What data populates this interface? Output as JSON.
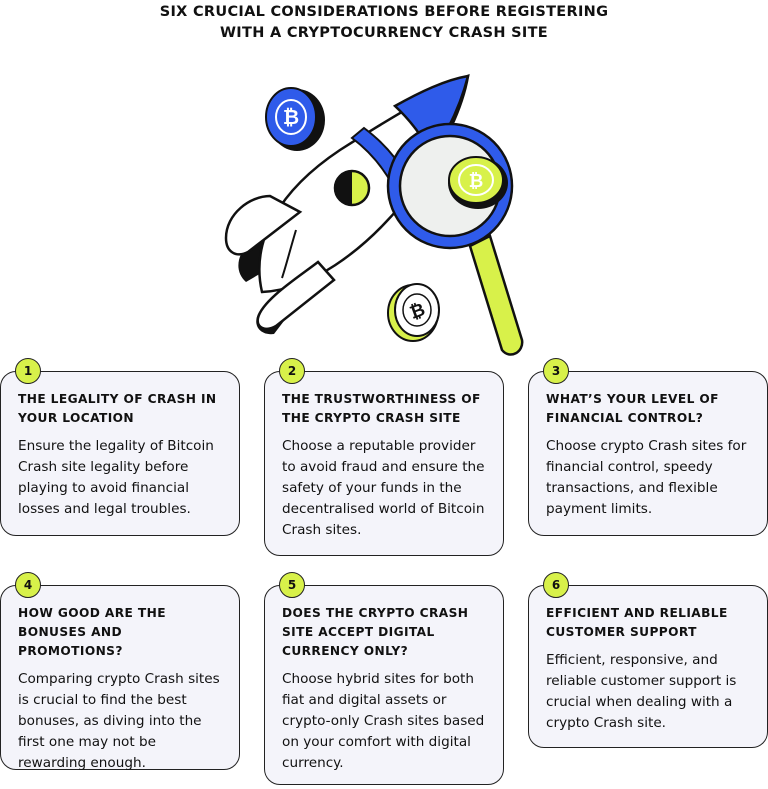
{
  "title": {
    "line1": "SIX CRUCIAL CONSIDERATIONS BEFORE REGISTERING",
    "line2": "WITH A CRYPTOCURRENCY CRASH SITE"
  },
  "illustration": {
    "icons": [
      "rocket-icon",
      "magnifying-glass-icon",
      "bitcoin-coin-icon"
    ],
    "colors": {
      "blue": "#2f5bea",
      "lime": "#d8f14a",
      "dark": "#111111",
      "white": "#ffffff"
    }
  },
  "cards": [
    {
      "number": "1",
      "title": "THE LEGALITY OF CRASH IN YOUR LOCATION",
      "body": "Ensure the legality of Bitcoin Crash site legality before playing to avoid financial losses and legal troubles."
    },
    {
      "number": "2",
      "title": "THE TRUSTWORTHINESS OF THE CRYPTO CRASH SITE",
      "body": "Choose a reputable provider to avoid fraud and ensure the safety of your funds in the decentralised world of Bitcoin Crash sites."
    },
    {
      "number": "3",
      "title": "WHAT’S YOUR LEVEL OF FINANCIAL CONTROL?",
      "body": "Choose crypto Crash sites for financial control, speedy transactions, and flexible payment limits."
    },
    {
      "number": "4",
      "title": "HOW GOOD ARE THE BONUSES AND PROMOTIONS?",
      "body": "Comparing crypto Crash sites is crucial to find the best bonuses, as diving into the first one may not be rewarding enough."
    },
    {
      "number": "5",
      "title": "DOES THE CRYPTO CRASH SITE ACCEPT DIGITAL CURRENCY ONLY?",
      "body": "Choose hybrid sites for both fiat and digital assets or crypto-only Crash sites based on your comfort with digital currency."
    },
    {
      "number": "6",
      "title": "EFFICIENT AND RELIABLE CUSTOMER SUPPORT",
      "body": "Efficient, responsive, and reliable customer support is crucial when dealing with a crypto Crash site."
    }
  ]
}
